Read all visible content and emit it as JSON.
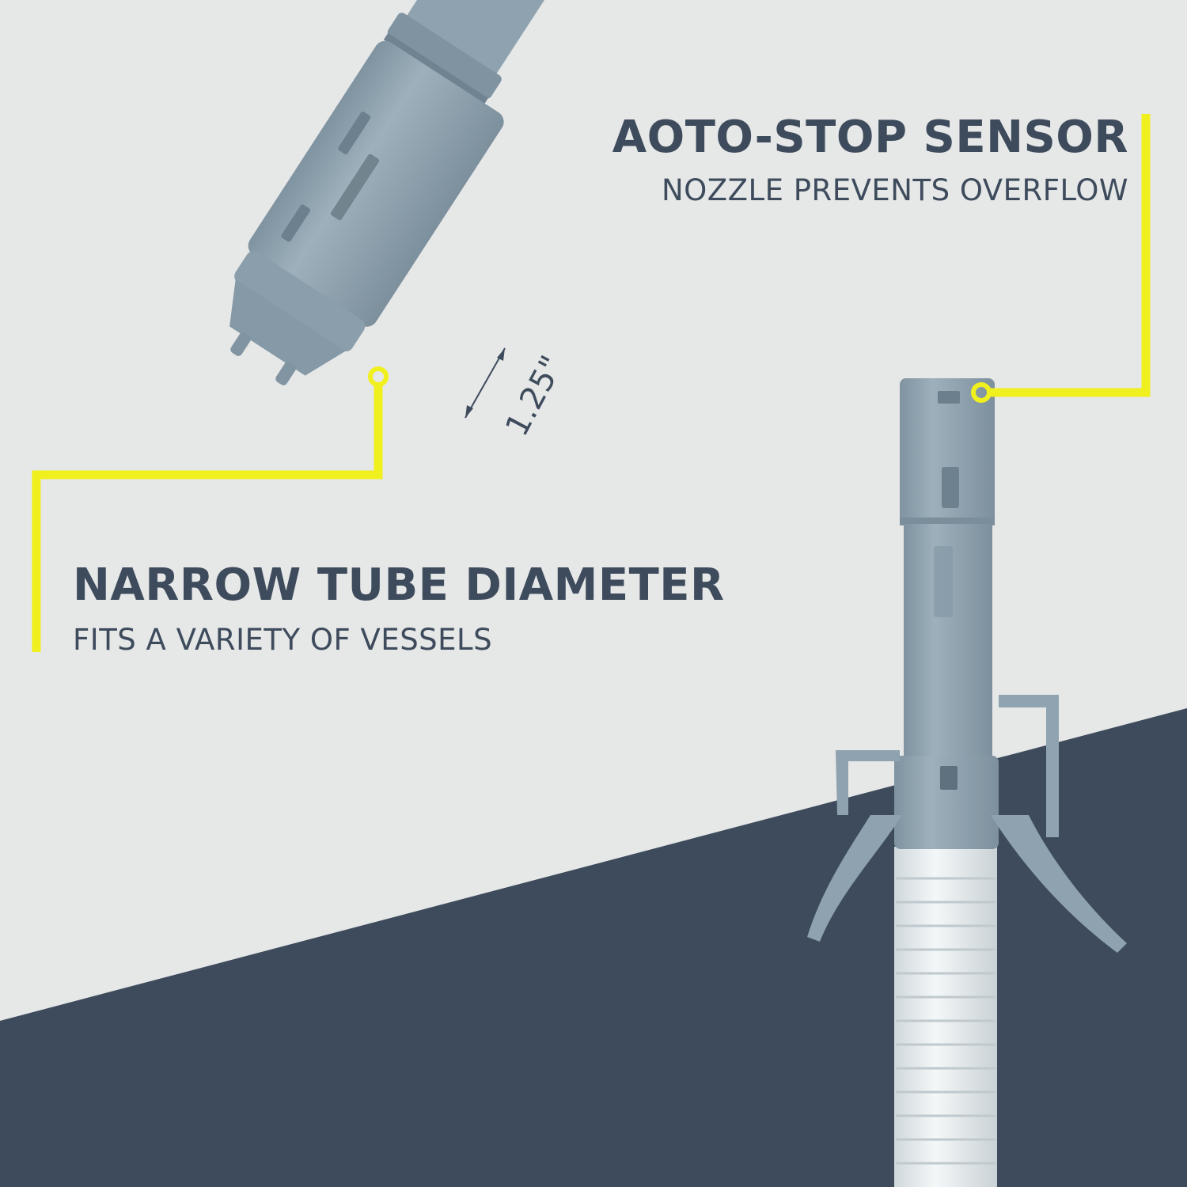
{
  "callouts": {
    "sensor": {
      "title": "AOTO-STOP SENSOR",
      "subtitle": "NOZZLE PREVENTS OVERFLOW"
    },
    "tube": {
      "title": "NARROW TUBE DIAMETER",
      "subtitle": "FITS A VARIETY OF VESSELS"
    }
  },
  "dimension_label": "1.25\"",
  "colors": {
    "background": "#e6e7e7",
    "dark_band": "#3d4b5c",
    "accent": "#f0f01e",
    "nozzle_body": "#8fa3b0",
    "text": "#3d4b5c",
    "hose": "#e9eef0"
  }
}
